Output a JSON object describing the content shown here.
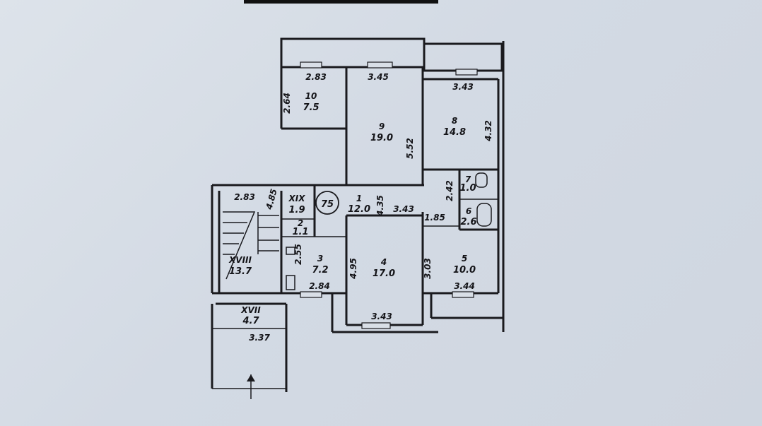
{
  "plan": {
    "apartment_number": "75",
    "rooms": [
      {
        "id": "1",
        "area": "12.0"
      },
      {
        "id": "2",
        "area": "1.1"
      },
      {
        "id": "3",
        "area": "7.2"
      },
      {
        "id": "4",
        "area": "17.0"
      },
      {
        "id": "5",
        "area": "10.0"
      },
      {
        "id": "6",
        "area": "2.6"
      },
      {
        "id": "7",
        "area": "1.0"
      },
      {
        "id": "8",
        "area": "14.8"
      },
      {
        "id": "9",
        "area": "19.0"
      },
      {
        "id": "10",
        "area": "7.5"
      },
      {
        "id": "XIX",
        "area": "1.9"
      },
      {
        "id": "XVIII",
        "area": "13.7"
      },
      {
        "id": "XVII",
        "area": "4.7"
      }
    ],
    "dimensions": {
      "r10_width": "2.83",
      "r10_depth": "2.64",
      "r9_width": "3.45",
      "r9_depth": "5.52",
      "r8_width": "3.43",
      "r8_depth": "4.32",
      "corridor_depth": "4.35",
      "corridor_width": "3.43",
      "bath_depth": "2.42",
      "hall_width": "1.85",
      "stair_width": "2.83",
      "stair_depth": "4.85",
      "r3_depth": "2.55",
      "r3_width": "2.84",
      "r4_depth": "4.95",
      "r4_width": "3.43",
      "r5_depth": "3.03",
      "r5_width": "3.44",
      "landing_width": "3.37"
    }
  }
}
